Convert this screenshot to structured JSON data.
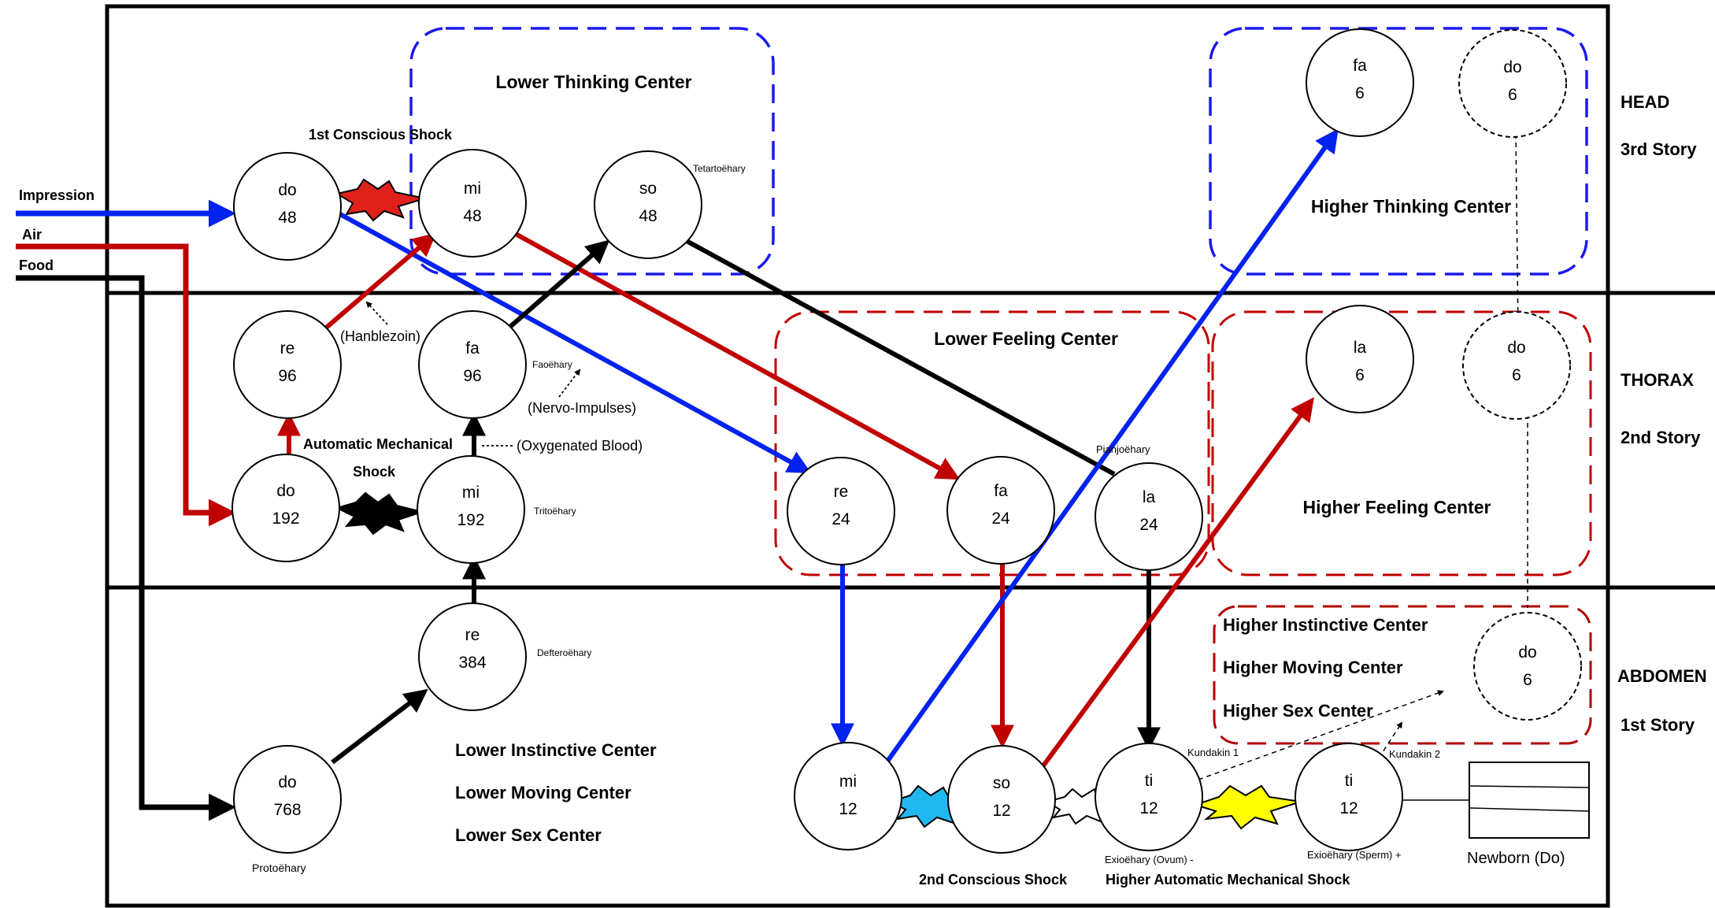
{
  "colors": {
    "impression": "#0022ee",
    "air": "#c00000",
    "food": "#000000",
    "thinking_box": "#1a1aee",
    "feeling_box": "#c00000",
    "instinctive_box": "#b00000",
    "shock_cyan": "#1fb8f0",
    "shock_yellow": "#ffff00",
    "shock_red": "#e0201a",
    "shock_black": "#000000"
  },
  "inputs": {
    "impression": "Impression",
    "air": "Air",
    "food": "Food"
  },
  "stories": {
    "head": "HEAD",
    "head_story": "3rd Story",
    "thorax": "THORAX",
    "thorax_story": "2nd Story",
    "abdomen": "ABDOMEN",
    "abdomen_story": "1st Story"
  },
  "centers": {
    "lower_thinking": "Lower Thinking Center",
    "higher_thinking": "Higher Thinking Center",
    "lower_feeling": "Lower Feeling Center",
    "higher_feeling": "Higher Feeling Center",
    "higher_instinctive": "Higher Instinctive Center",
    "higher_moving": "Higher Moving Center",
    "higher_sex": "Higher Sex Center",
    "lower_instinctive": "Lower Instinctive Center",
    "lower_moving": "Lower Moving Center",
    "lower_sex": "Lower Sex Center"
  },
  "shocks": {
    "first_conscious": "1st Conscious Shock",
    "automatic_mechanical": "Automatic Mechanical",
    "automatic_mechanical_2": "Shock",
    "second_conscious": "2nd Conscious Shock",
    "higher_automatic": "Higher Automatic Mechanical Shock"
  },
  "notes": {
    "hanblezoin": "(Hanblezoin)",
    "nervo_impulses": "(Nervo-Impulses)",
    "oxygenated_blood": "(Oxygenated Blood)",
    "tetartoehary": "Tetartoëhary",
    "faoehary": "Faoëhary",
    "tritoehary": "Tritoëhary",
    "defteroehary": "Defteroëhary",
    "protoehary": "Protoëhary",
    "pianjoehary": "Pianjoëhary",
    "kundakin1": "Kundakin 1",
    "kundakin2": "Kundakin 2",
    "exioehary_ovum": "Exioëhary (Ovum) -",
    "exioehary_sperm": "Exioëhary (Sperm) +",
    "newborn": "Newborn (Do)"
  },
  "notes_list": [
    {
      "id": "node-do-48",
      "note": "do",
      "num": "48"
    },
    {
      "id": "node-mi-48",
      "note": "mi",
      "num": "48"
    },
    {
      "id": "node-so-48",
      "note": "so",
      "num": "48"
    },
    {
      "id": "node-fa-6",
      "note": "fa",
      "num": "6"
    },
    {
      "id": "node-do-6-head",
      "note": "do",
      "num": "6"
    },
    {
      "id": "node-re-96",
      "note": "re",
      "num": "96"
    },
    {
      "id": "node-fa-96",
      "note": "fa",
      "num": "96"
    },
    {
      "id": "node-la-6",
      "note": "la",
      "num": "6"
    },
    {
      "id": "node-do-6-thorax",
      "note": "do",
      "num": "6"
    },
    {
      "id": "node-do-192",
      "note": "do",
      "num": "192"
    },
    {
      "id": "node-mi-192",
      "note": "mi",
      "num": "192"
    },
    {
      "id": "node-re-24",
      "note": "re",
      "num": "24"
    },
    {
      "id": "node-fa-24",
      "note": "fa",
      "num": "24"
    },
    {
      "id": "node-la-24",
      "note": "la",
      "num": "24"
    },
    {
      "id": "node-re-384",
      "note": "re",
      "num": "384"
    },
    {
      "id": "node-do-6-abdomen",
      "note": "do",
      "num": "6"
    },
    {
      "id": "node-do-768",
      "note": "do",
      "num": "768"
    },
    {
      "id": "node-mi-12",
      "note": "mi",
      "num": "12"
    },
    {
      "id": "node-so-12",
      "note": "so",
      "num": "12"
    },
    {
      "id": "node-ti-12-ovum",
      "note": "ti",
      "num": "12"
    },
    {
      "id": "node-ti-12-sperm",
      "note": "ti",
      "num": "12"
    }
  ]
}
